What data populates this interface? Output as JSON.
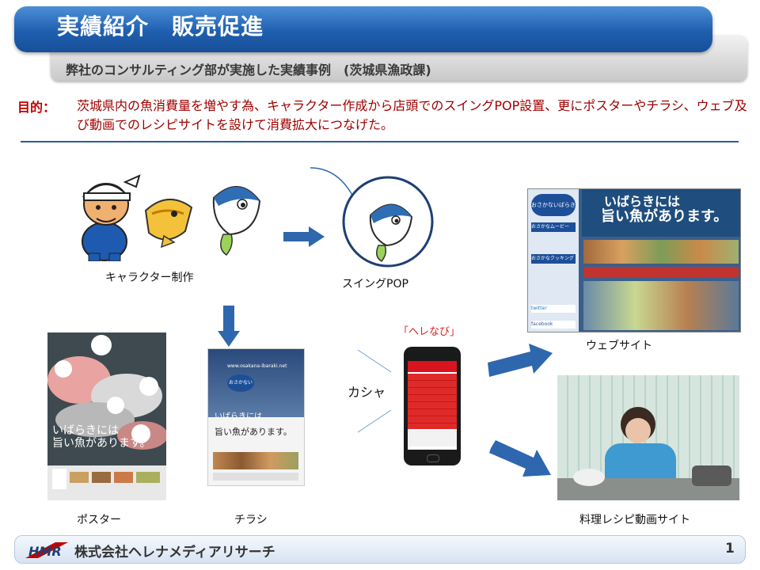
{
  "header": {
    "title": "実績紹介　販売促進",
    "subtitle": "弊社のコンサルティング部が実施した実績事例　(茨城県漁政課)"
  },
  "goal": {
    "label": "目的：",
    "text": "茨城県内の魚消費量を増やす為、キャラクター作成から店頭でのスイングPOP設置、更にポスターやチラシ、ウェブ及び動画でのレシピサイトを設けて消費拡大につなげた。"
  },
  "items": {
    "character": "キャラクター制作",
    "swing_pop": "スイングPOP",
    "poster": "ポスター",
    "flyer": "チラシ",
    "app_name": "「ヘレなび」",
    "shutter": "カシャ",
    "website": "ウェブサイト",
    "video_site": "料理レシピ動画サイト"
  },
  "website_shot": {
    "headline1": "いばらきには",
    "headline2": "旨い魚があります。",
    "brand": "おさかないばらき",
    "menu_movie": "おさかなムービー",
    "menu_cooking": "おさかなクッキング",
    "twitter": "twitter",
    "facebook": "facebook"
  },
  "flyer_shot": {
    "url": "www.osakana-ibaraki.net",
    "brand": "おさかないばらき",
    "headline1": "いばらきには",
    "headline2": "旨い魚があります。"
  },
  "poster_shot": {
    "headline1": "いばらきには",
    "headline2": "旨い魚があります。"
  },
  "footer": {
    "logo_text": "HMR",
    "company": "株式会社ヘレナメディアリサーチ",
    "page": "1"
  },
  "colors": {
    "title_blue": "#1f5fb0",
    "goal_red": "#c00000",
    "arrow_blue": "#2e67ad",
    "phone_red": "#d9141e"
  }
}
